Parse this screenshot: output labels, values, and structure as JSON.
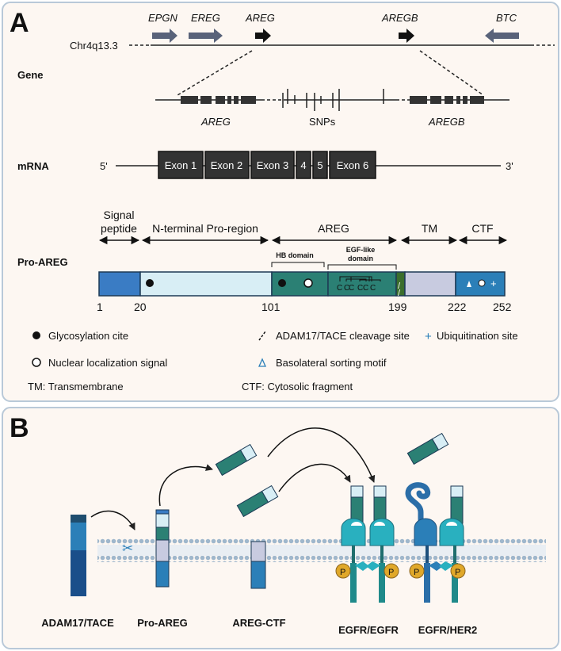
{
  "panel_a": {
    "letter": "A",
    "chrom": {
      "label": "Chr4q13.3",
      "genes": [
        {
          "name": "EPGN"
        },
        {
          "name": "EREG"
        },
        {
          "name": "AREG"
        },
        {
          "name": "AREGB"
        },
        {
          "name": "BTC"
        }
      ]
    },
    "rows": {
      "gene": "Gene",
      "mrna": "mRNA",
      "proareg": "Pro-AREG"
    },
    "gene_row": {
      "left": "AREG",
      "mid": "SNPs",
      "right": "AREGB"
    },
    "mrna": {
      "five": "5'",
      "three": "3'",
      "exons": [
        "Exon 1",
        "Exon 2",
        "Exon 3",
        "4",
        "5",
        "Exon 6"
      ]
    },
    "protein": {
      "regions": {
        "signal_peptide": [
          "Signal",
          "peptide"
        ],
        "n_terminal": "N-terminal Pro-region",
        "areg": "AREG",
        "tm": "TM",
        "ctf": "CTF"
      },
      "hb_domain": "HB domain",
      "egf_domain": [
        "EGF-like",
        "domain"
      ],
      "positions": [
        "1",
        "20",
        "101",
        "199",
        "222",
        "252"
      ],
      "cys_label": "C"
    },
    "legend": {
      "glyco": "Glycosylation cite",
      "cleavage": "ADAM17/TACE cleavage site",
      "ubiq": "Ubiquitination site",
      "nls": "Nuclear localization signal",
      "baso": "Basolateral sorting motif",
      "tm": "TM: Transmembrane",
      "ctf": "CTF: Cytosolic fragment"
    }
  },
  "panel_b": {
    "letter": "B",
    "labels": [
      "ADAM17/TACE",
      "Pro-AREG",
      "AREG-CTF",
      "EGFR/EGFR",
      "EGFR/HER2"
    ],
    "phospho": "P"
  },
  "colors": {
    "panel_bg": "#fdf7f2",
    "panel_border": "#b9c9d8",
    "gene_arrow": "#59637a",
    "signal": "#3a7cc4",
    "nterm": "#d8eef5",
    "areg": "#2b8074",
    "tm": "#c8cbe0",
    "ctf": "#2b7fb8",
    "membrane": "#9fb7cc",
    "receptor_head": "#29b0bf",
    "phospho": "#e0a82a"
  }
}
